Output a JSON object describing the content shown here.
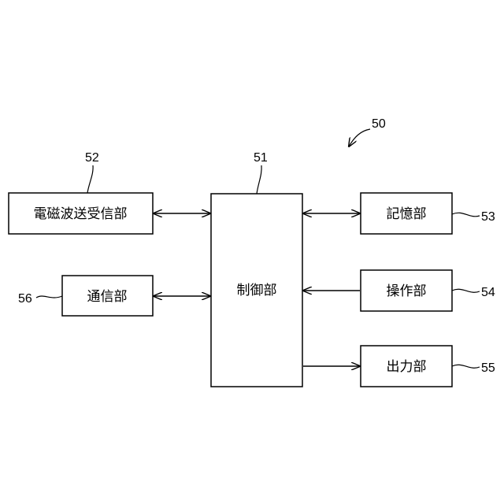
{
  "diagram": {
    "system_ref": "50",
    "blocks": {
      "control": {
        "label": "制御部",
        "ref": "51"
      },
      "em_transceiver": {
        "label": "電磁波送受信部",
        "ref": "52"
      },
      "storage": {
        "label": "記憶部",
        "ref": "53"
      },
      "operation": {
        "label": "操作部",
        "ref": "54"
      },
      "output": {
        "label": "出力部",
        "ref": "55"
      },
      "communication": {
        "label": "通信部",
        "ref": "56"
      }
    },
    "connections": [
      {
        "from": "em_transceiver",
        "to": "control",
        "direction": "bidirectional"
      },
      {
        "from": "communication",
        "to": "control",
        "direction": "bidirectional"
      },
      {
        "from": "control",
        "to": "storage",
        "direction": "bidirectional"
      },
      {
        "from": "operation",
        "to": "control",
        "direction": "one-way"
      },
      {
        "from": "control",
        "to": "output",
        "direction": "one-way"
      }
    ]
  }
}
